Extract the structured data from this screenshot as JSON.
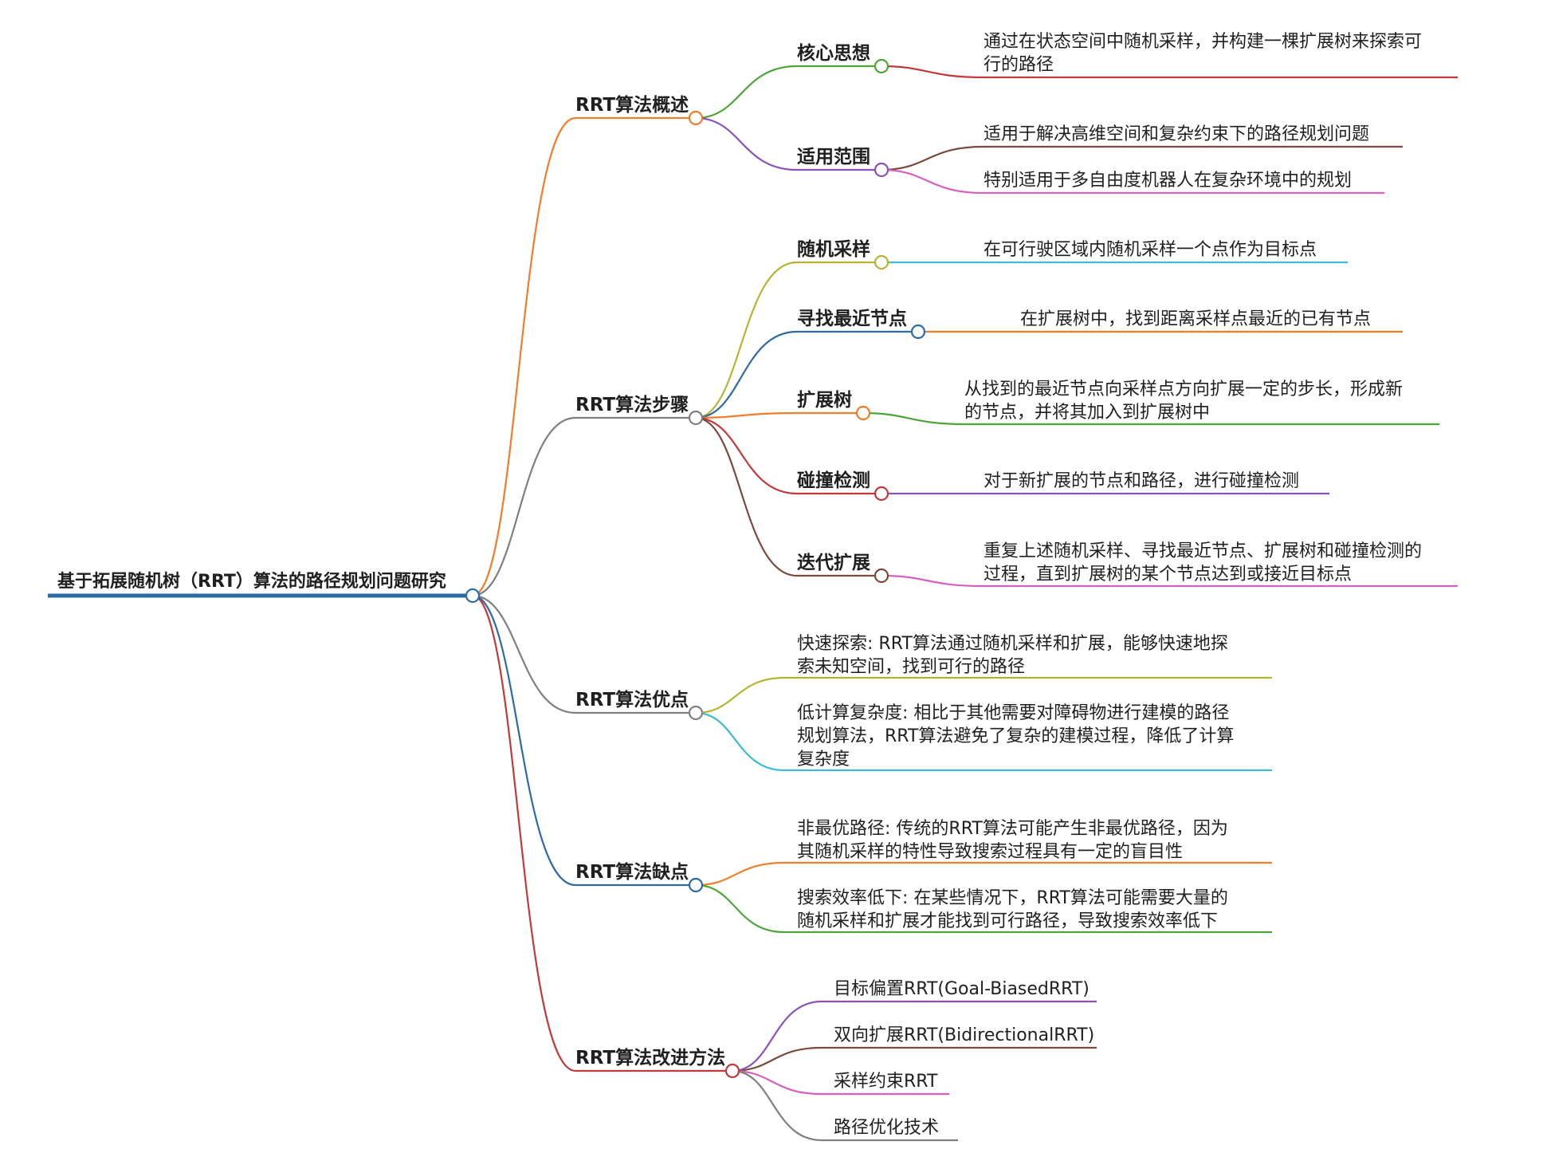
{
  "root": {
    "label": "基于拓展随机树（RRT）算法的路径规划问题研究",
    "color": "#2e6aa6"
  },
  "branches": [
    {
      "label": "RRT算法概述",
      "color": "#ee7d2c",
      "children": [
        {
          "label": "核心思想",
          "color": "#4da538",
          "leaves": [
            {
              "lines": [
                "通过在状态空间中随机采样，并构建一棵扩展树来探索可",
                "行的路径"
              ],
              "color": "#c0393b"
            }
          ]
        },
        {
          "label": "适用范围",
          "color": "#8a52b8",
          "leaves": [
            {
              "lines": [
                "适用于解决高维空间和复杂约束下的路径规划问题"
              ],
              "color": "#7a4a3d"
            },
            {
              "lines": [
                "特别适用于多自由度机器人在复杂环境中的规划"
              ],
              "color": "#d65fbf"
            }
          ]
        }
      ]
    },
    {
      "label": "RRT算法步骤",
      "color": "#7f7f7f",
      "children": [
        {
          "label": "随机采样",
          "color": "#b5b534",
          "leaves": [
            {
              "lines": [
                "在可行驶区域内随机采样一个点作为目标点"
              ],
              "color": "#3fb9cf"
            }
          ]
        },
        {
          "label": "寻找最近节点",
          "color": "#2e6aa6",
          "leaves": [
            {
              "lines": [
                "在扩展树中，找到距离采样点最近的已有节点"
              ],
              "color": "#ee7d2c"
            }
          ]
        },
        {
          "label": "扩展树",
          "color": "#ee7d2c",
          "leaves": [
            {
              "lines": [
                "从找到的最近节点向采样点方向扩展一定的步长，形成新",
                "的节点，并将其加入到扩展树中"
              ],
              "color": "#4da538"
            }
          ]
        },
        {
          "label": "碰撞检测",
          "color": "#c0393b",
          "leaves": [
            {
              "lines": [
                "对于新扩展的节点和路径，进行碰撞检测"
              ],
              "color": "#8a52b8"
            }
          ]
        },
        {
          "label": "迭代扩展",
          "color": "#7a4a3d",
          "leaves": [
            {
              "lines": [
                "重复上述随机采样、寻找最近节点、扩展树和碰撞检测的",
                "过程，直到扩展树的某个节点达到或接近目标点"
              ],
              "color": "#d65fbf"
            }
          ]
        }
      ]
    },
    {
      "label": "RRT算法优点",
      "color": "#7f7f7f",
      "children": [
        {
          "lines": [
            "快速探索: RRT算法通过随机采样和扩展，能够快速地探",
            "索未知空间，找到可行的路径"
          ],
          "color": "#b5b534"
        },
        {
          "lines": [
            "低计算复杂度: 相比于其他需要对障碍物进行建模的路径",
            "规划算法，RRT算法避免了复杂的建模过程，降低了计算",
            "复杂度"
          ],
          "color": "#3fb9cf"
        }
      ]
    },
    {
      "label": "RRT算法缺点",
      "color": "#2e6aa6",
      "children": [
        {
          "lines": [
            "非最优路径: 传统的RRT算法可能产生非最优路径，因为",
            "其随机采样的特性导致搜索过程具有一定的盲目性"
          ],
          "color": "#ee7d2c"
        },
        {
          "lines": [
            "搜索效率低下: 在某些情况下，RRT算法可能需要大量的",
            "随机采样和扩展才能找到可行路径，导致搜索效率低下"
          ],
          "color": "#4da538"
        }
      ]
    },
    {
      "label": "RRT算法改进方法",
      "color": "#c0393b",
      "children": [
        {
          "lines": [
            "目标偏置RRT(Goal-BiasedRRT)"
          ],
          "color": "#8a52b8"
        },
        {
          "lines": [
            "双向扩展RRT(BidirectionalRRT)"
          ],
          "color": "#7a4a3d"
        },
        {
          "lines": [
            "采样约束RRT"
          ],
          "color": "#d65fbf"
        },
        {
          "lines": [
            "路径优化技术"
          ],
          "color": "#7f7f7f"
        }
      ]
    }
  ]
}
